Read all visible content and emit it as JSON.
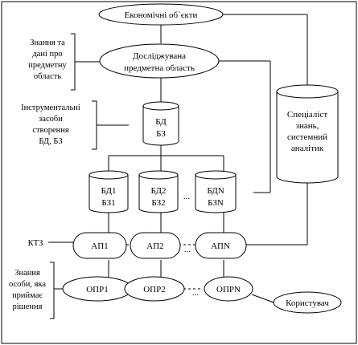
{
  "nodes": {
    "economic_objects": "Економічні об`єкти",
    "domain": [
      "Досліджувана",
      "предметна область"
    ],
    "central_db": [
      "БД",
      "БЗ"
    ],
    "db1": [
      "БД1",
      "БЗ1"
    ],
    "db2": [
      "БД2",
      "БЗ2"
    ],
    "dbn": [
      "БДN",
      "БЗN"
    ],
    "ap1": "АП1",
    "ap2": "АП2",
    "apn": "АПN",
    "opr1": "ОПР1",
    "opr2": "ОПР2",
    "oprn": "ОПРN",
    "specialist": [
      "Спеціаліст",
      "знань,",
      "системний",
      "аналітик"
    ],
    "user": "Користувач",
    "ellipsis": "..."
  },
  "side_labels": {
    "knowledge": [
      "Знання та",
      "дані про",
      "предметну",
      "область"
    ],
    "tools": [
      "Інструментальні",
      "засоби",
      "створення",
      "БД, БЗ"
    ],
    "ktz": "КТЗ",
    "decision_maker": [
      "Знання",
      "особи, яка",
      "приймає",
      "рішення"
    ]
  }
}
